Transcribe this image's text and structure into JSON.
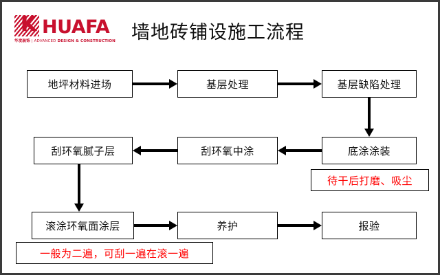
{
  "header": {
    "logo": {
      "mark_letter": "K",
      "wordmark": "HUAFA",
      "tagline_cn": "华发装饰",
      "tagline_sep": " | ",
      "tagline_en_light": "ADVANCED ",
      "tagline_en_bold": "DESIGN & CONSTRUCTION",
      "brand_color": "#c8102e"
    },
    "title": "墙地砖铺设施工流程"
  },
  "diagram": {
    "accent_note_color": "#ff0000",
    "line_color": "#000000",
    "rows": [
      {
        "nodes": [
          {
            "id": "n1",
            "label": "地坪材料进场"
          },
          {
            "id": "n2",
            "label": "基层处理"
          },
          {
            "id": "n3",
            "label": "基层缺陷处理"
          }
        ]
      },
      {
        "nodes": [
          {
            "id": "n4",
            "label": "刮环氧腻子层"
          },
          {
            "id": "n5",
            "label": "刮环氧中涂"
          },
          {
            "id": "n6",
            "label": "底涂涂装"
          }
        ]
      },
      {
        "nodes": [
          {
            "id": "n7",
            "label": "滚涂环氧面涂层"
          },
          {
            "id": "n8",
            "label": "养护"
          },
          {
            "id": "n9",
            "label": "报验"
          }
        ]
      }
    ],
    "notes": [
      {
        "id": "note1",
        "text": "待干后打磨、吸尘"
      },
      {
        "id": "note2",
        "text": "一般为二遍，可刮一遍在滚一遍"
      }
    ],
    "connectors": [
      {
        "id": "a1",
        "from": "n1",
        "to": "n2",
        "direction": "right"
      },
      {
        "id": "a2",
        "from": "n2",
        "to": "n3",
        "direction": "right"
      },
      {
        "id": "a3",
        "from": "n3",
        "to": "n6",
        "direction": "down"
      },
      {
        "id": "a4",
        "from": "n6",
        "to": "n5",
        "direction": "left"
      },
      {
        "id": "a5",
        "from": "n5",
        "to": "n4",
        "direction": "left"
      },
      {
        "id": "a6",
        "from": "n4",
        "to": "n7",
        "direction": "down"
      },
      {
        "id": "a7",
        "from": "n7",
        "to": "n8",
        "direction": "right"
      },
      {
        "id": "a8",
        "from": "n8",
        "to": "n9",
        "direction": "right"
      }
    ]
  }
}
